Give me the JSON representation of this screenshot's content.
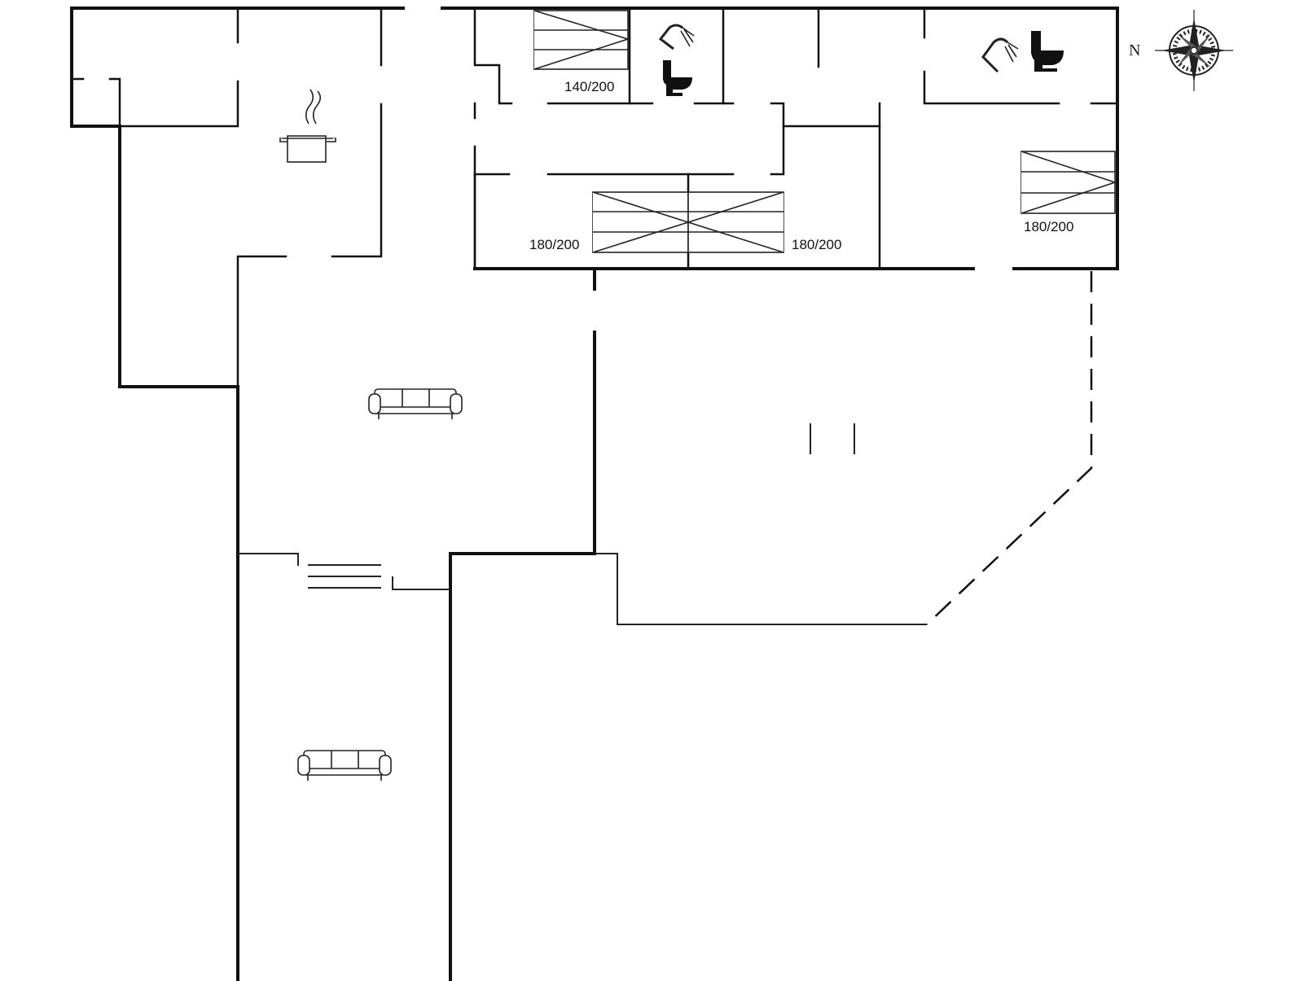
{
  "compass": {
    "north_label": "N"
  },
  "beds": [
    {
      "id": "bed-1",
      "label": "140/200"
    },
    {
      "id": "bed-2",
      "label": "180/200"
    },
    {
      "id": "bed-3",
      "label": "180/200"
    },
    {
      "id": "bed-4",
      "label": "180/200"
    }
  ],
  "icons": {
    "kitchen": "cooking-pot-icon",
    "living_1": "sofa-icon",
    "living_2": "sofa-icon",
    "bath_1_shower": "shower-icon",
    "bath_1_toilet": "toilet-icon",
    "bath_2_shower": "shower-icon",
    "bath_2_toilet": "toilet-icon",
    "stairs": "stairs-icon",
    "compass": "compass-rose-icon"
  },
  "colors": {
    "line": "#111111",
    "background": "#ffffff"
  }
}
